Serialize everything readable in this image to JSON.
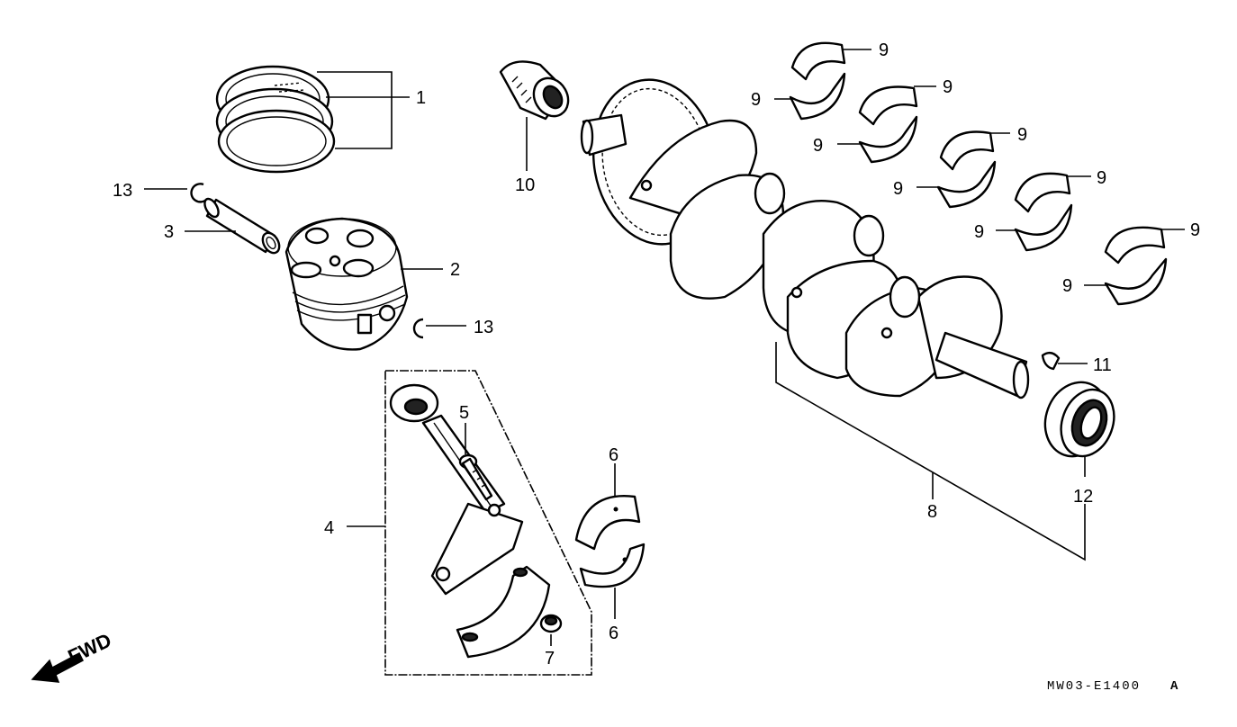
{
  "diagram": {
    "callouts": {
      "piston_ring_set": "1",
      "piston": "2",
      "piston_pin": "3",
      "connecting_rod": "4",
      "rod_bolt": "5",
      "rod_bearing_upper": "6",
      "rod_bearing_lower": "6",
      "rod_nut": "7",
      "crankshaft": "8",
      "main_bearing": "9",
      "gear_bushing": "10",
      "woodruff_key": "11",
      "crank_bearing": "12",
      "pin_clip_left": "13",
      "pin_clip_right": "13"
    },
    "fwd_label": "FWD",
    "drawing_code": "MW03-E1400",
    "drawing_revision": "A"
  }
}
